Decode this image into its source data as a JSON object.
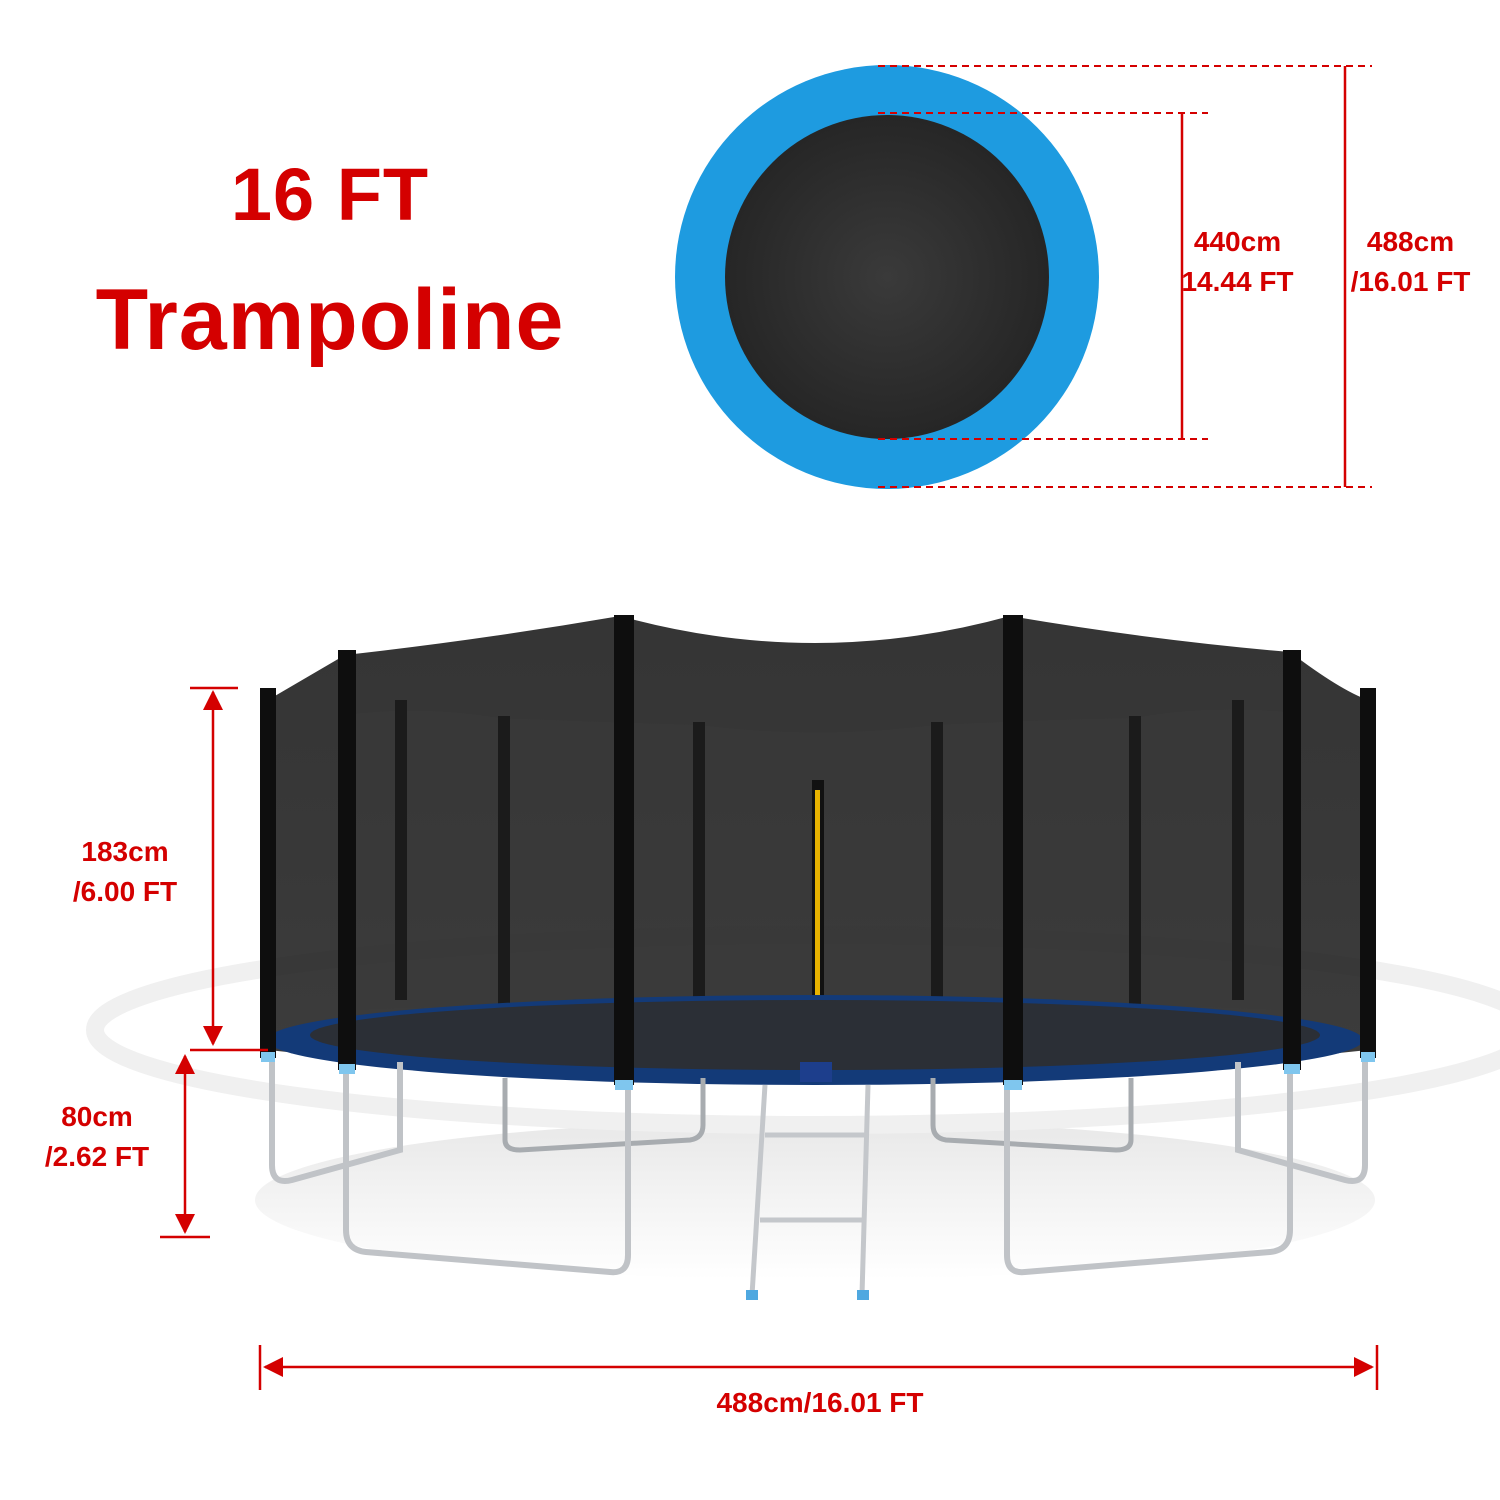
{
  "title": {
    "line1": "16 FT",
    "line2": "Trampoline"
  },
  "dimensions": {
    "mat_diameter": {
      "metric": "440cm",
      "imperial": "14.44 FT"
    },
    "outer_diameter": {
      "metric": "488cm",
      "imperial": "/16.01 FT"
    },
    "enclosure_height": {
      "metric": "183cm",
      "imperial": "/6.00 FT"
    },
    "frame_height": {
      "metric": "80cm",
      "imperial": "/2.62 FT"
    },
    "total_width": {
      "label": "488cm/16.01 FT"
    }
  },
  "colors": {
    "accent_red": "#d40000",
    "pad_blue": "#1e9be0",
    "mat_dark": "#2e2e2e",
    "net_black": "#111111",
    "frame_steel": "#b9bcc0"
  },
  "product": "16 FT trampoline with safety enclosure net and ladder"
}
